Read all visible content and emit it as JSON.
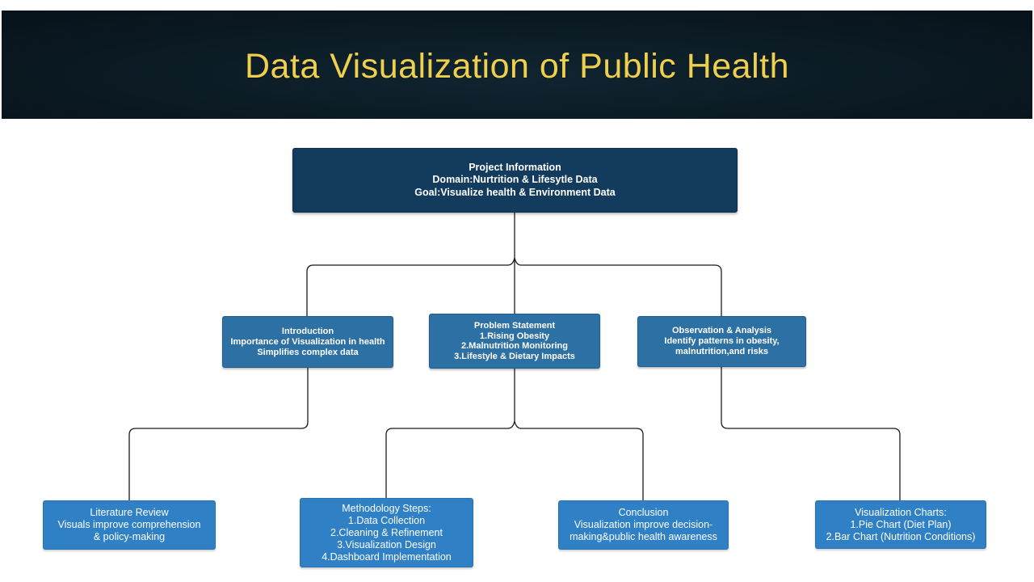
{
  "banner": {
    "title": "Data Visualization of Public Health",
    "bg_color": "#0b1a23",
    "title_color": "#eed04e"
  },
  "flowchart": {
    "connector_color": "#1b1b1b",
    "node_colors": {
      "root": "#133b5d",
      "mid": "#2d70a4",
      "leaf": "#2f80c5"
    },
    "nodes": {
      "project": {
        "lines": [
          "Project Information",
          "Domain:Nurtrition & Lifesytle Data",
          "Goal:Visualize health & Environment Data"
        ]
      },
      "introduction": {
        "lines": [
          "Introduction",
          "Importance of Visualization in health",
          "Simplifies complex data"
        ]
      },
      "problem": {
        "lines": [
          "Problem Statement",
          "1.Rising Obesity",
          "2.Malnutrition Monitoring",
          "3.Lifestyle & Dietary Impacts"
        ]
      },
      "observation": {
        "lines": [
          "Observation & Analysis",
          "Identify patterns in obesity,",
          "malnutrition,and risks"
        ]
      },
      "literature": {
        "lines": [
          "Literature Review",
          "Visuals improve comprehension",
          "& policy-making"
        ]
      },
      "methodology": {
        "lines": [
          "Methodology Steps:",
          "1.Data Collection",
          "2.Cleaning & Refinement",
          "3.Visualization Design",
          "4.Dashboard Implementation"
        ]
      },
      "conclusion": {
        "lines": [
          "Conclusion",
          "Visualization improve decision-",
          "making&public health awareness"
        ]
      },
      "charts": {
        "lines": [
          "Visualization Charts:",
          "1.Pie Chart (Diet Plan)",
          "2.Bar Chart (Nutrition Conditions)"
        ]
      }
    }
  }
}
